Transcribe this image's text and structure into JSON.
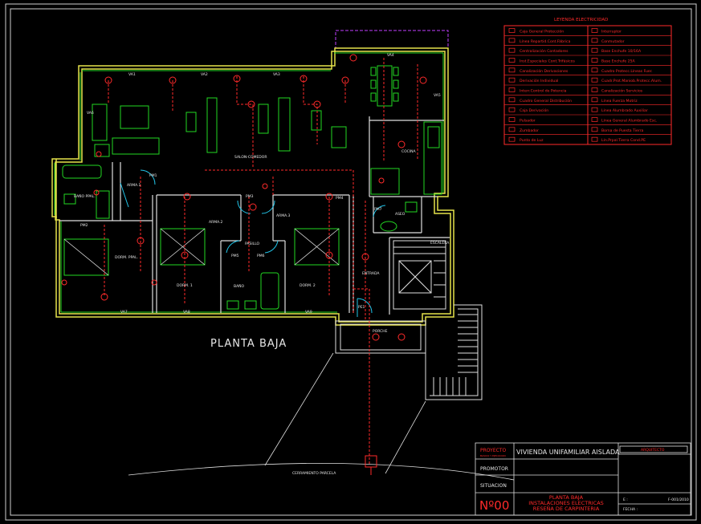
{
  "drawing": {
    "plan_title": "PLANTA BAJA",
    "rooms": {
      "salon": "SALON-COMEDOR",
      "cocina": "COCINA",
      "aseo": "ASEO",
      "escalera": "ESCALERA",
      "entrada": "ENTRADA",
      "porche": "PORCHE",
      "pasillo": "PASILLO",
      "bano_ppal": "BAÑO PPAL.",
      "dorm_ppal": "DORM. PPAL.",
      "dorm1": "DORM. 1",
      "dorm2": "DORM. 2",
      "bano": "BAÑO",
      "armario1": "ARMA.1",
      "armario2": "ARMA.2",
      "armario3": "ARMA.3",
      "cerramiento": "CERRAMIENTO PARCELA"
    },
    "windows": {
      "va1": "VA1",
      "va2": "VA2",
      "va3": "VA3",
      "va4": "VA4",
      "va5": "VA5",
      "va6": "VA6",
      "va7": "VA7",
      "va8": "VA8",
      "va9": "VA9"
    },
    "doors": {
      "pm1": "PM1",
      "pm2": "PM2",
      "pm3": "PM3",
      "pm4": "PM4",
      "pm5": "PM5",
      "pm6": "PM6",
      "pm7": "PM7",
      "pe1": "PE1"
    }
  },
  "legend": {
    "title": "LEYENDA ELECTRICIDAD",
    "left": [
      "Caja General Protección",
      "Línea Repartid.Cont.Fábrica",
      "Centralización Contadores",
      "Inst.Especiales Cont.Trifásicos",
      "Canalización Derivaciones",
      "Derivación Individual",
      "Interr.Control de Potencia",
      "Cuadro General Distribución",
      "Caja Derivación",
      "Pulsador",
      "Zumbador",
      "Punto de Luz"
    ],
    "right": [
      "Interruptor",
      "Conmutador",
      "Base Enchufe 10/16A",
      "Base Enchufe 25A",
      "Cuadro Protecc.Líneas Fuer.",
      "Cuadr.Prot.Maniob.Protecc.Alum.",
      "Canalización Servicios",
      "Línea Fuerza Motriz",
      "Línea Alumbrado Auxiliar",
      "Línea General Alumbrado Esc.",
      "Borna de Puesta Tierra",
      "Lín.Prpal.Tierra Cond.PE"
    ]
  },
  "title_block": {
    "proyecto_label": "PROYECTO",
    "proyecto_sub": "BASICO Y EJECUCION",
    "proyecto_value": "VIVIENDA UNIFAMILIAR AISLADA",
    "promotor_label": "PROMOTOR",
    "situacion_label": "SITUACION",
    "arquitecto_label": "ARQUITECTO",
    "number": "Nº00",
    "desc_line1": "PLANTA BAJA",
    "desc_line2": "INSTALACIONES ELECTRICAS",
    "desc_line3": "RESEÑA DE CARPINTERIA",
    "escala_label": "E :",
    "escala_value": "F-001/2010",
    "fecha_label": "FECHA :"
  },
  "colors": {
    "background": "#000000",
    "frame": "#e8e8e8",
    "wall": "#e6e24a",
    "interior": "#e0e0e0",
    "furniture": "#22d822",
    "electric": "#ff2a2a",
    "door": "#22c4e8",
    "annotation": "#e6e6e6",
    "legend_box": "#ff2a2a",
    "canopy": "#c040ff"
  }
}
